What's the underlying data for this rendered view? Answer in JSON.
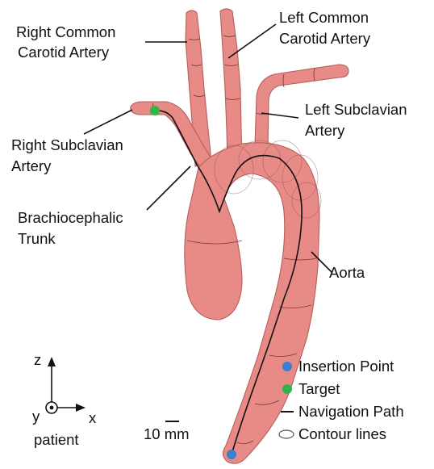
{
  "labels": {
    "right_common_carotid": [
      "Right Common",
      "Carotid Artery"
    ],
    "left_common_carotid": [
      "Left Common",
      "Carotid Artery"
    ],
    "left_subclavian": [
      "Left Subclavian",
      "Artery"
    ],
    "right_subclavian": [
      "Right Subclavian",
      "Artery"
    ],
    "brachiocephalic": [
      "Brachiocephalic",
      "Trunk"
    ],
    "aorta": "Aorta"
  },
  "legend": {
    "insertion_point": "Insertion Point",
    "target": "Target",
    "navigation_path": "Navigation Path",
    "contour_lines": "Contour lines"
  },
  "axes": {
    "z": "z",
    "y": "y",
    "x": "x",
    "caption": "patient"
  },
  "scale_bar": "10 mm",
  "colors": {
    "vessel": "#e88a86",
    "insertion_point": "#3a7fd0",
    "target": "#2fb54a",
    "path": "#111111"
  }
}
